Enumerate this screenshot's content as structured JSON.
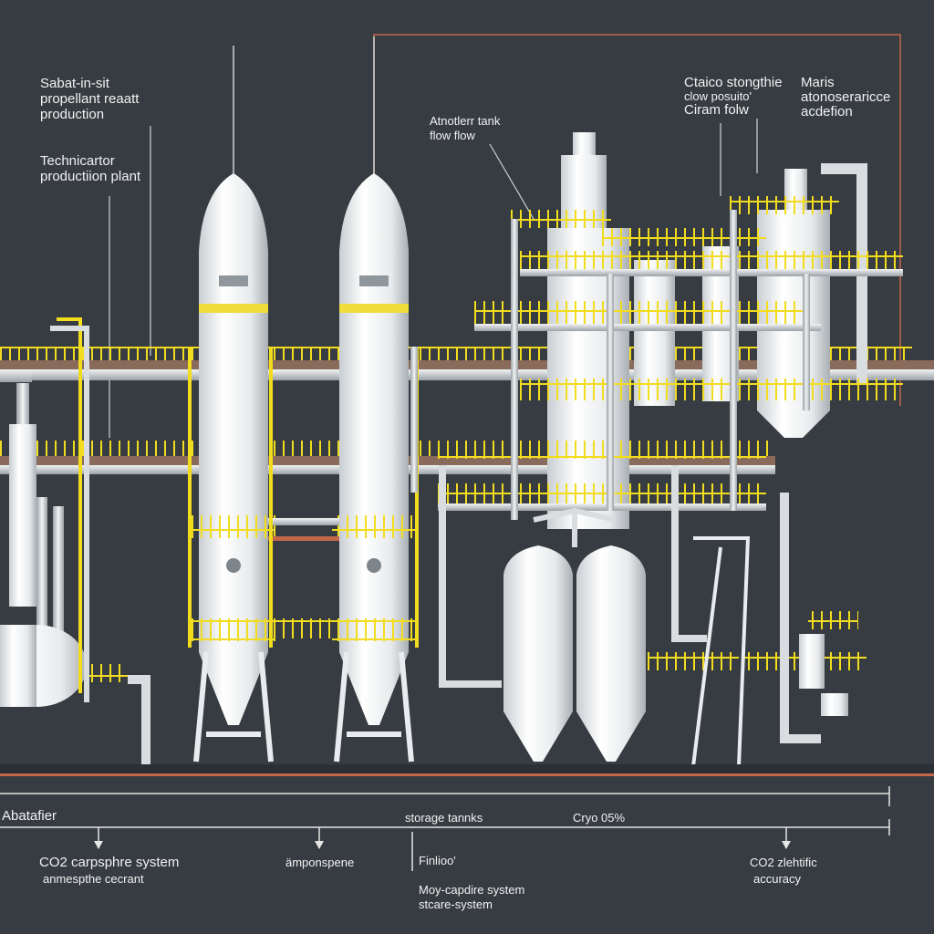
{
  "colors": {
    "background": "#363c41",
    "railing": "#f2dc1e",
    "pipe": "#d9dde0",
    "tank": "#eef0f2",
    "tank_shadow": "#b9bfc4",
    "accent_line": "#c4664a",
    "ground": "#2a2f33"
  },
  "labels": {
    "top_left_title": [
      "Sabat-in-sit",
      "propellant reaatt",
      "production"
    ],
    "top_left_sub": [
      "Technicartor",
      "productiion plant"
    ],
    "mid_callout": [
      "Atnotlerr tank",
      "flow  flow"
    ],
    "right_callout_1": [
      "Ctaico stongthie",
      "clow posuito'",
      "Ciram folw"
    ],
    "right_callout_2": [
      "Maris",
      "atonoseraricce",
      "acdefion"
    ]
  },
  "bottom": {
    "abatafier": "Abatafier",
    "storage_tanks": "storage tannks",
    "cryo": "Cryo 05%",
    "co2_system": "CO2  carpsphre system",
    "co2_system_sub": "anmespthe cecrant",
    "atmosphere": "ämponspene",
    "finlioo": "Finlioo'",
    "moy_capture": "Moy-capdire system",
    "stcare": "stcare-system",
    "co2_scientific": "CO2 zlehtific",
    "accuracy": "accuracy"
  }
}
